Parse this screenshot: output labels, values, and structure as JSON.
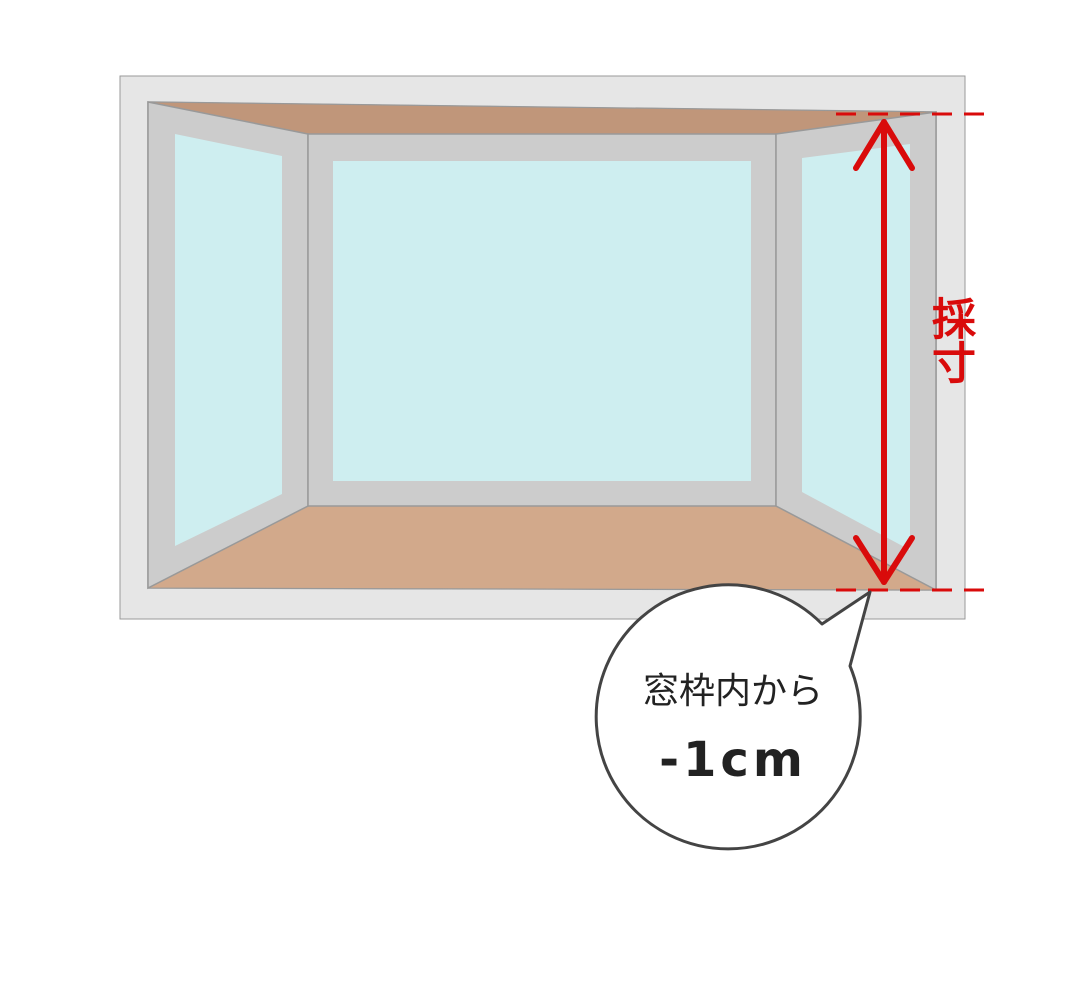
{
  "measurement": {
    "label": "採寸",
    "color": "#d90b0b"
  },
  "callout": {
    "line1": "窓枠内から",
    "line2": "-1cm"
  },
  "colors": {
    "wall": "#e6e6e6",
    "frame": "#cccccc",
    "frame_edge": "#999999",
    "glass": "#ceeef0",
    "ceiling_board": "#c0967a",
    "floor_board": "#d2a98b"
  }
}
